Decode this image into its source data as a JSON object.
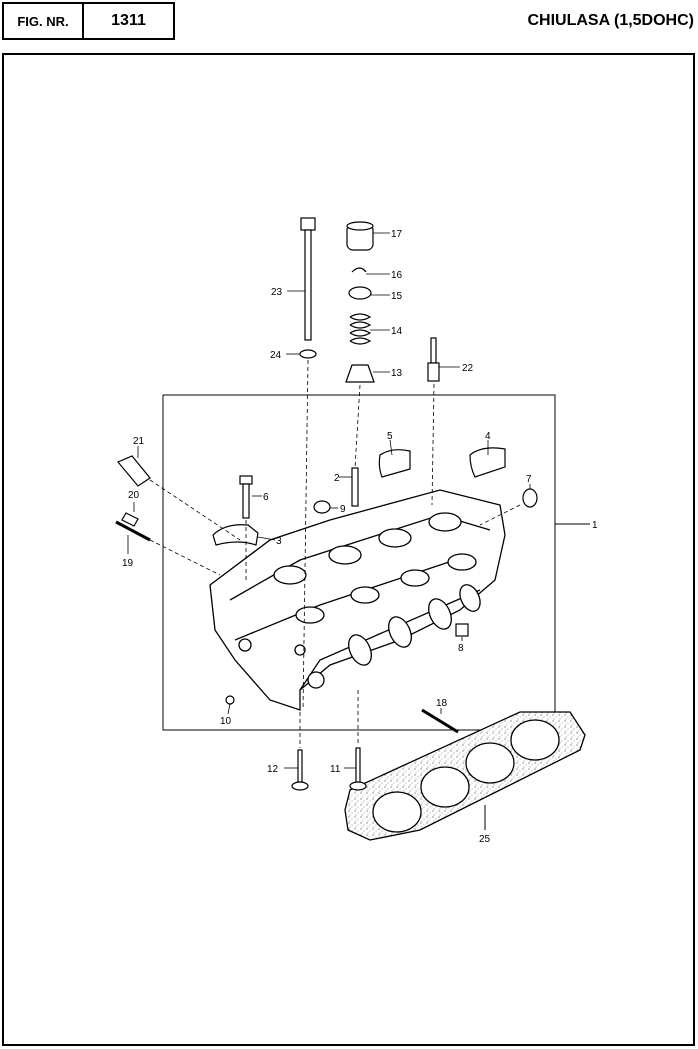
{
  "header": {
    "fig_label": "FIG. NR.",
    "fig_number": "1311",
    "title": "CHIULASA (1,5DOHC)"
  },
  "callouts": [
    {
      "id": "1",
      "text": "1"
    },
    {
      "id": "2",
      "text": "2"
    },
    {
      "id": "3",
      "text": "3"
    },
    {
      "id": "4",
      "text": "4"
    },
    {
      "id": "5",
      "text": "5"
    },
    {
      "id": "6",
      "text": "6"
    },
    {
      "id": "7",
      "text": "7"
    },
    {
      "id": "8",
      "text": "8"
    },
    {
      "id": "9",
      "text": "9"
    },
    {
      "id": "10",
      "text": "10"
    },
    {
      "id": "11",
      "text": "11"
    },
    {
      "id": "12",
      "text": "12"
    },
    {
      "id": "13",
      "text": "13"
    },
    {
      "id": "14",
      "text": "14"
    },
    {
      "id": "15",
      "text": "15"
    },
    {
      "id": "16",
      "text": "16"
    },
    {
      "id": "17",
      "text": "17"
    },
    {
      "id": "18",
      "text": "18"
    },
    {
      "id": "19",
      "text": "19"
    },
    {
      "id": "20",
      "text": "20"
    },
    {
      "id": "21",
      "text": "21"
    },
    {
      "id": "22",
      "text": "22"
    },
    {
      "id": "23",
      "text": "23"
    },
    {
      "id": "24",
      "text": "24"
    },
    {
      "id": "25",
      "text": "25"
    }
  ]
}
